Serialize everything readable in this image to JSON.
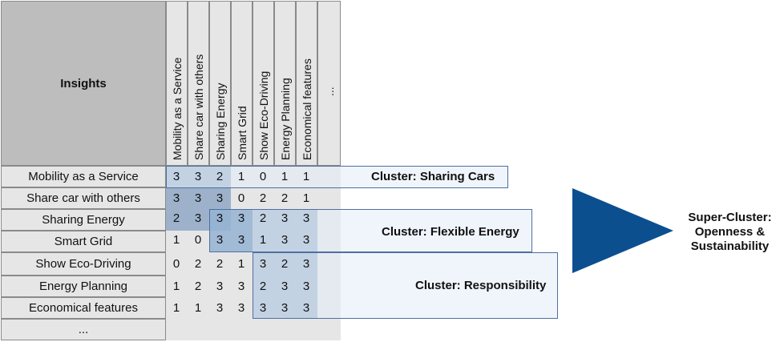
{
  "header": {
    "insights_label": "Insights"
  },
  "columns": [
    "Mobility as a Service",
    "Share car with others",
    "Sharing Energy",
    "Smart Grid",
    "Show Eco-Driving",
    "Energy Planning",
    "Economical features",
    "..."
  ],
  "rows": [
    {
      "label": "Mobility as a Service",
      "values": [
        "3",
        "3",
        "2",
        "1",
        "0",
        "1",
        "1"
      ]
    },
    {
      "label": "Share car with others",
      "values": [
        "3",
        "3",
        "3",
        "0",
        "2",
        "2",
        "1"
      ]
    },
    {
      "label": "Sharing Energy",
      "values": [
        "2",
        "3",
        "3",
        "3",
        "2",
        "3",
        "3"
      ]
    },
    {
      "label": "Smart Grid",
      "values": [
        "1",
        "0",
        "3",
        "3",
        "1",
        "3",
        "3"
      ]
    },
    {
      "label": "Show Eco-Driving",
      "values": [
        "0",
        "2",
        "2",
        "1",
        "3",
        "2",
        "3"
      ]
    },
    {
      "label": "Energy Planning",
      "values": [
        "1",
        "2",
        "3",
        "3",
        "2",
        "3",
        "3"
      ]
    },
    {
      "label": "Economical features",
      "values": [
        "1",
        "1",
        "3",
        "3",
        "3",
        "3",
        "3"
      ]
    },
    {
      "label": "...",
      "values": []
    }
  ],
  "clusters": [
    {
      "label": "Cluster: Sharing Cars"
    },
    {
      "label": "Cluster: Flexible Energy"
    },
    {
      "label": "Cluster: Responsibility"
    }
  ],
  "super_cluster": {
    "line1": "Super-Cluster:",
    "line2": "Openness &",
    "line3": "Sustainability"
  },
  "colors": {
    "accent": "#0b4f8f",
    "cluster_border": "#4f6f9f"
  },
  "icons": {
    "arrow": "right-triangle-arrow-icon"
  }
}
